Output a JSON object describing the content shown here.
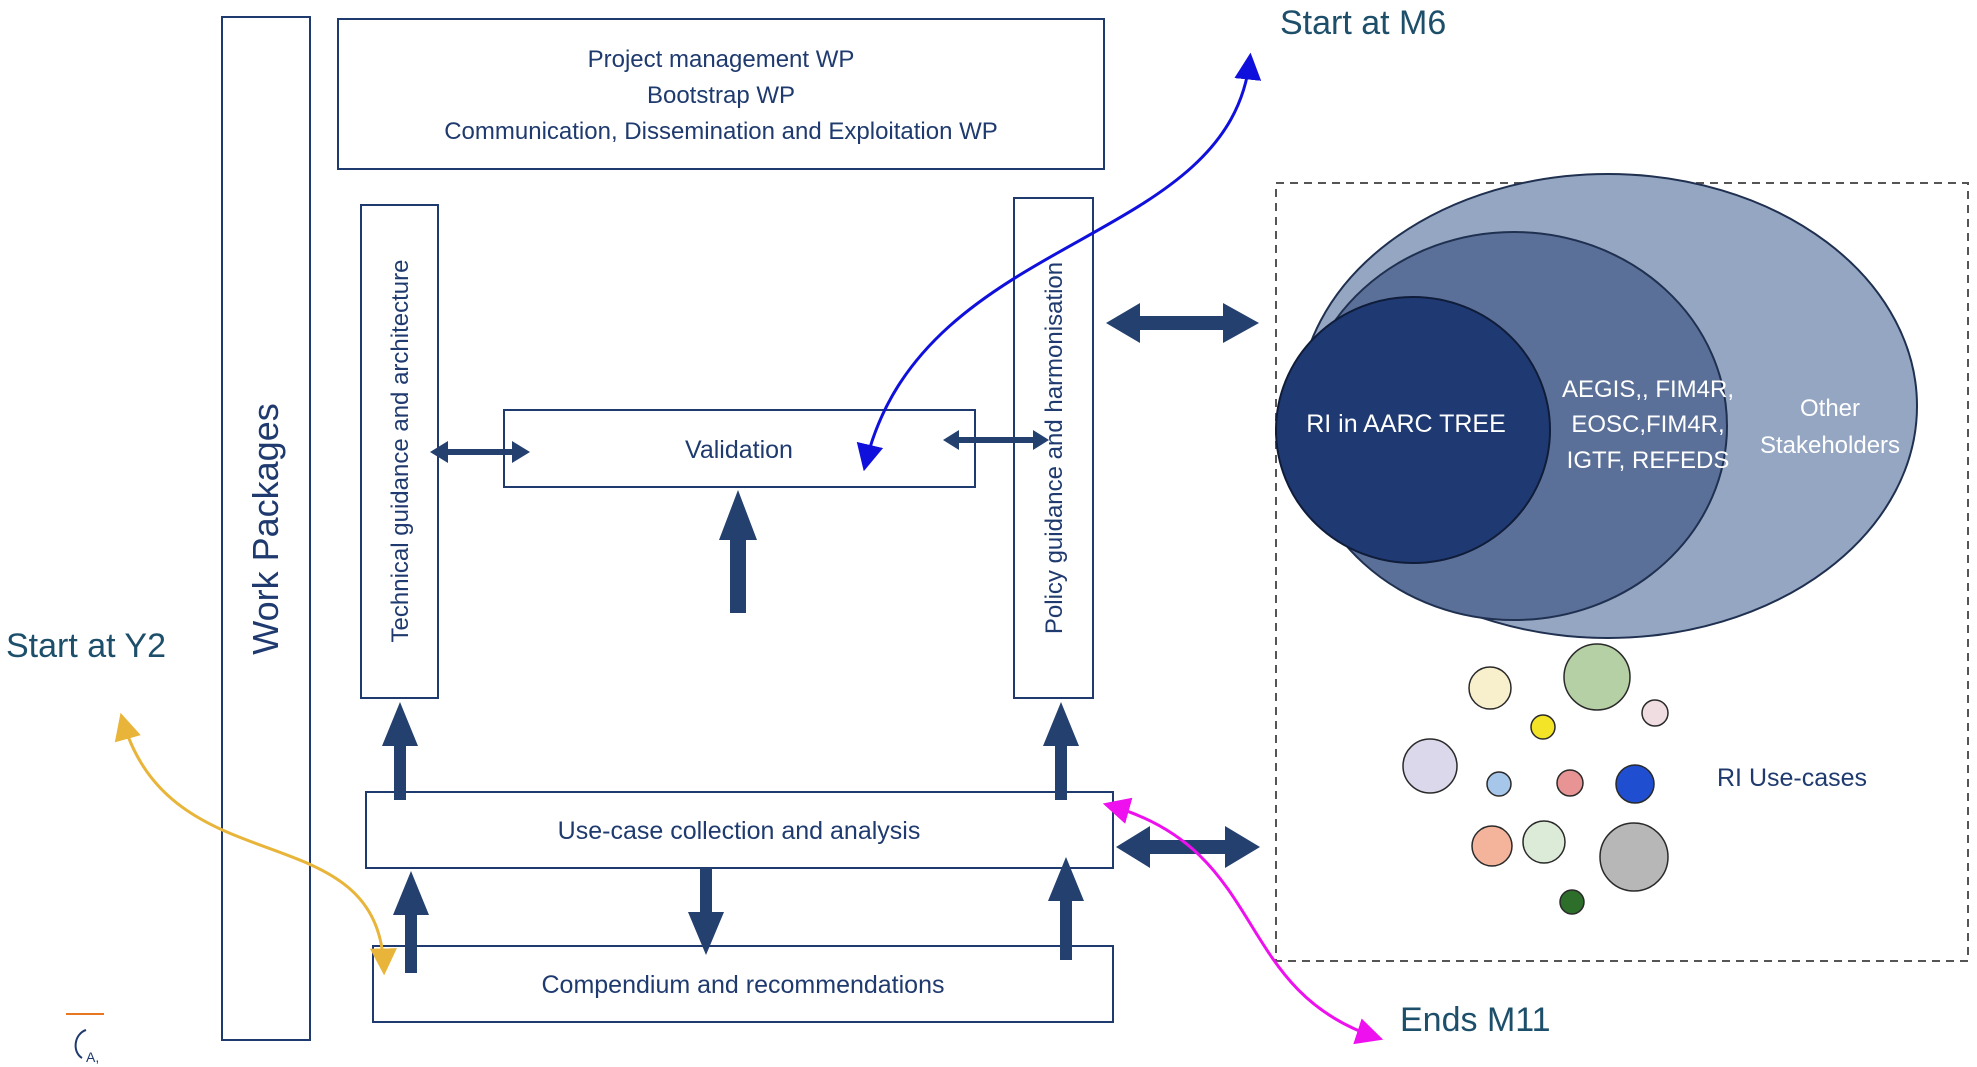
{
  "work_packages_label": "Work Packages",
  "management_box": {
    "line1": "Project management WP",
    "line2": "Bootstrap WP",
    "line3": "Communication, Dissemination and Exploitation WP"
  },
  "technical_label": "Technical guidance and architecture",
  "policy_label": "Policy guidance and harmonisation",
  "validation_label": "Validation",
  "usecase_label": "Use-case collection and analysis",
  "compendium_label": "Compendium and recommendations",
  "stakeholders": {
    "inner": "RI in AARC TREE",
    "middle_line1": "AEGIS,, FIM4R,",
    "middle_line2": "EOSC,FIM4R,",
    "middle_line3": "IGTF, REFEDS",
    "outer_line1": "Other",
    "outer_line2": "Stakeholders"
  },
  "ri_usecases_label": "RI Use-cases",
  "annotations": {
    "start_m6": "Start at M6",
    "start_y2": "Start at Y2",
    "ends_m11": "Ends M11"
  },
  "logo_text": "A,",
  "colors": {
    "box_text": "#1f3a6e",
    "arrow": "#24406f",
    "note_text": "#1d4f6b",
    "blue_arrow": "#1010dd",
    "yellow_arrow": "#e8b53a",
    "magenta_arrow": "#ee10ee"
  }
}
